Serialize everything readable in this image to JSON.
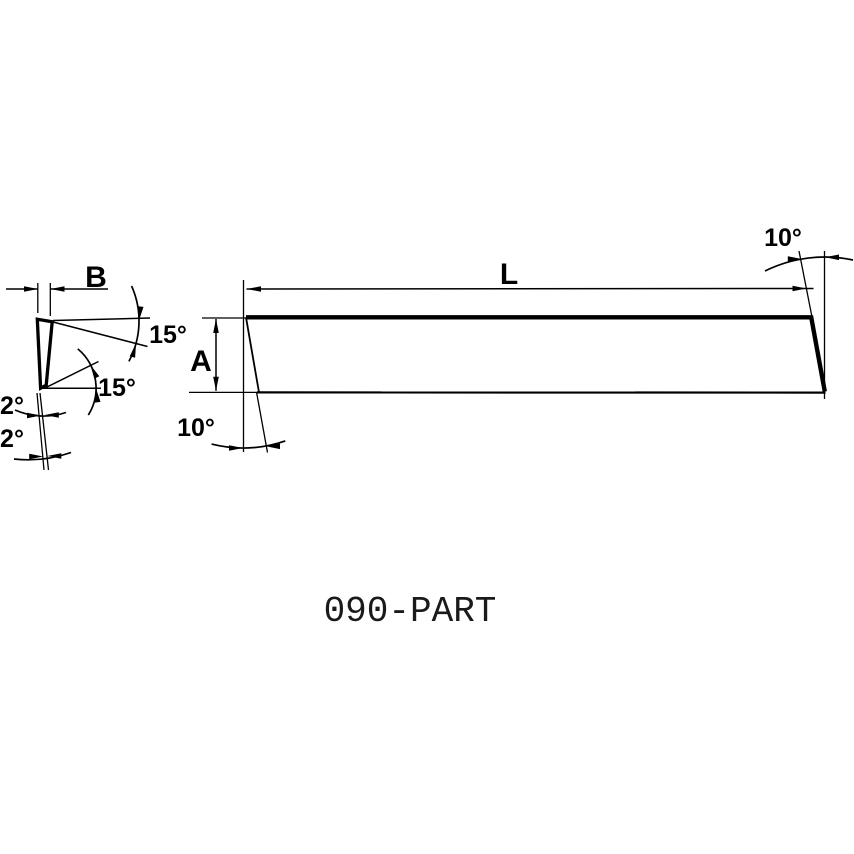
{
  "drawing": {
    "title": "090-PART",
    "side_view": {
      "length_label": "L",
      "height_label": "A",
      "top_right_angle": "10°",
      "bottom_left_angle": "10°"
    },
    "front_view": {
      "width_label": "B",
      "upper_angle": "15°",
      "lower_angle": "15°",
      "taper_angle_1": "2°",
      "taper_angle_2": "2°"
    },
    "colors": {
      "line": "#000000",
      "background": "#ffffff",
      "title_text": "#1a1a1a"
    }
  }
}
